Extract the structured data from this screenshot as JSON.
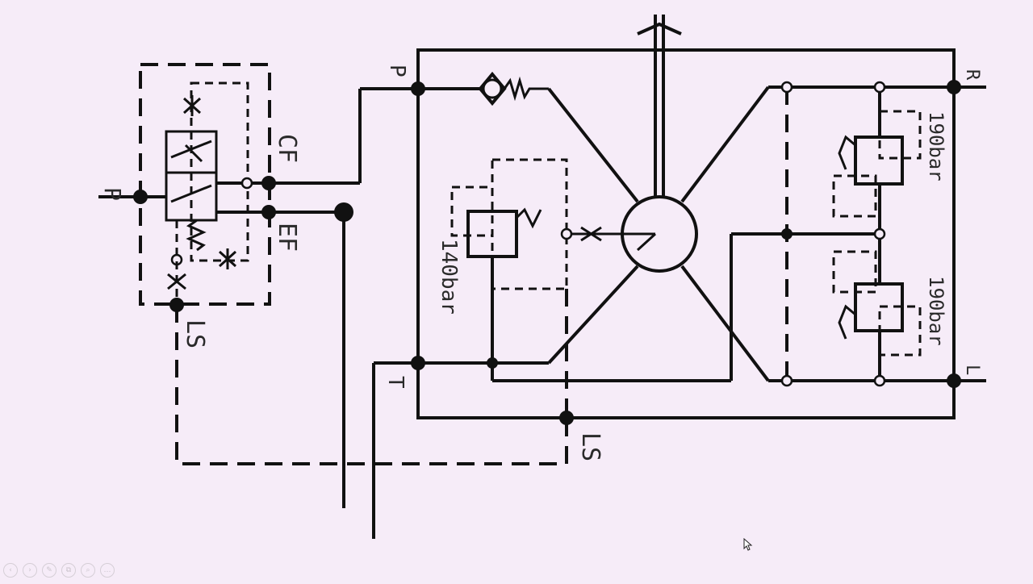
{
  "diagram": {
    "labels": {
      "p_left": "P",
      "cf": "CF",
      "ef": "EF",
      "ls_left": "LS",
      "p_block": "P",
      "t_block": "T",
      "ls_bottom": "LS",
      "r_port": "R",
      "l_port": "L",
      "relief_main": "140bar",
      "relief_r": "190bar",
      "relief_l": "190bar"
    }
  },
  "toolbar": {
    "buttons": [
      "‹",
      "›",
      "✎",
      "⧉",
      "⌕",
      "…"
    ]
  },
  "colors": {
    "background": "#f6ecf8",
    "line": "#111111"
  }
}
